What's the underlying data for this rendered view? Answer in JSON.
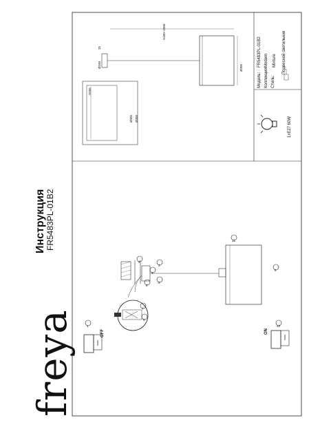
{
  "brand": "freya",
  "title": "Инструкция",
  "model_code": "FR5483PL-01B2",
  "switch": {
    "off": "OFF",
    "on": "ON"
  },
  "callouts": [
    "1",
    "2",
    "3",
    "4",
    "5",
    "6",
    "7",
    "8",
    "9",
    "10",
    "11"
  ],
  "dimensions": {
    "top_diameter": "Ø100",
    "top_height": "25",
    "cable_length": "H400~2000",
    "shade_diameter": "Ø300",
    "small_height": "H255",
    "small_d1": "Ø300",
    "small_d2": "Ø300"
  },
  "specs": {
    "model_label": "Модель:",
    "model_value": "FR5483PL-01B2",
    "collection_label": "Коллекция:",
    "collection_value": "Modern",
    "style_label": "Стиль:",
    "style_value": "Mixture",
    "type_value": "Подвесной светильник"
  },
  "bulb": "1xE27 60W"
}
